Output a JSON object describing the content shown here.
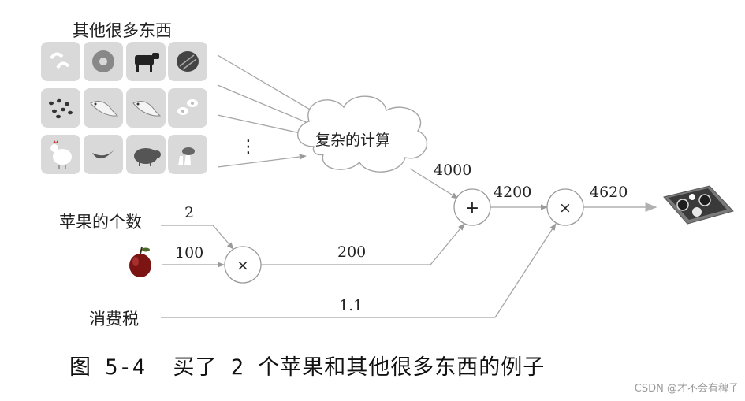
{
  "labels": {
    "other_items": "其他很多东西",
    "complex_calc": "复杂的计算",
    "apple_count": "苹果的个数",
    "tax": "消费税",
    "vertical_dots": "⋮"
  },
  "operators": {
    "add": "+",
    "mul_apple": "×",
    "mul_total": "×"
  },
  "values": {
    "calc_result": "4000",
    "apple_count_value": "2",
    "apple_price": "100",
    "apple_total": "200",
    "sum": "4200",
    "tax_rate": "1.1",
    "final": "4620"
  },
  "items": [
    {
      "icon": "shrimp"
    },
    {
      "icon": "donut"
    },
    {
      "icon": "cow"
    },
    {
      "icon": "melon"
    },
    {
      "icon": "beans"
    },
    {
      "icon": "fish"
    },
    {
      "icon": "fish"
    },
    {
      "icon": "eggs"
    },
    {
      "icon": "chicken"
    },
    {
      "icon": "banana"
    },
    {
      "icon": "pig"
    },
    {
      "icon": "mushroom"
    }
  ],
  "caption": "图 5-4  买了 2 个苹果和其他很多东西的例子",
  "watermark": "CSDN @才不会有稗子",
  "colors": {
    "line": "#9a9a9a",
    "tile": "#d9d9d9",
    "apple": "#8b1a1a"
  }
}
